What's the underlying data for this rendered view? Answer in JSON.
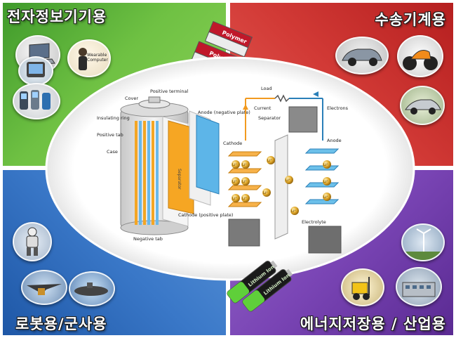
{
  "quadrants": {
    "top_left": {
      "label": "전자정보기기용",
      "color": "#6fc143"
    },
    "top_right": {
      "label": "수송기계용",
      "color": "#d23a36"
    },
    "bottom_left": {
      "label": "로봇용/군사용",
      "color": "#3a78c8"
    },
    "bottom_right": {
      "label": "에너지저장용 / 산업용",
      "color": "#7a45b5"
    }
  },
  "wearable_caption": "Wearable Computer",
  "polymer_battery": {
    "brand": "Polymer",
    "type": "Lithium Ion"
  },
  "cell_diagram": {
    "cover": "Cover",
    "positive_terminal": "Positive terminal",
    "insulating_ring": "Insulating ring",
    "positive_tab": "Positive tab",
    "case": "Case",
    "anode": "Anode (negative plate)",
    "separator": "Separator",
    "cathode": "Cathode (positive plate)",
    "negative_tab": "Negative tab"
  },
  "ion_diagram": {
    "load": "Load",
    "current": "Current",
    "electrons": "Electrons",
    "separator": "Separator",
    "cathode": "Cathode",
    "anode": "Anode",
    "electrolyte": "Electrolyte",
    "ion": "Li⁺"
  },
  "aa_battery": {
    "brand": "Lithium Ion"
  }
}
